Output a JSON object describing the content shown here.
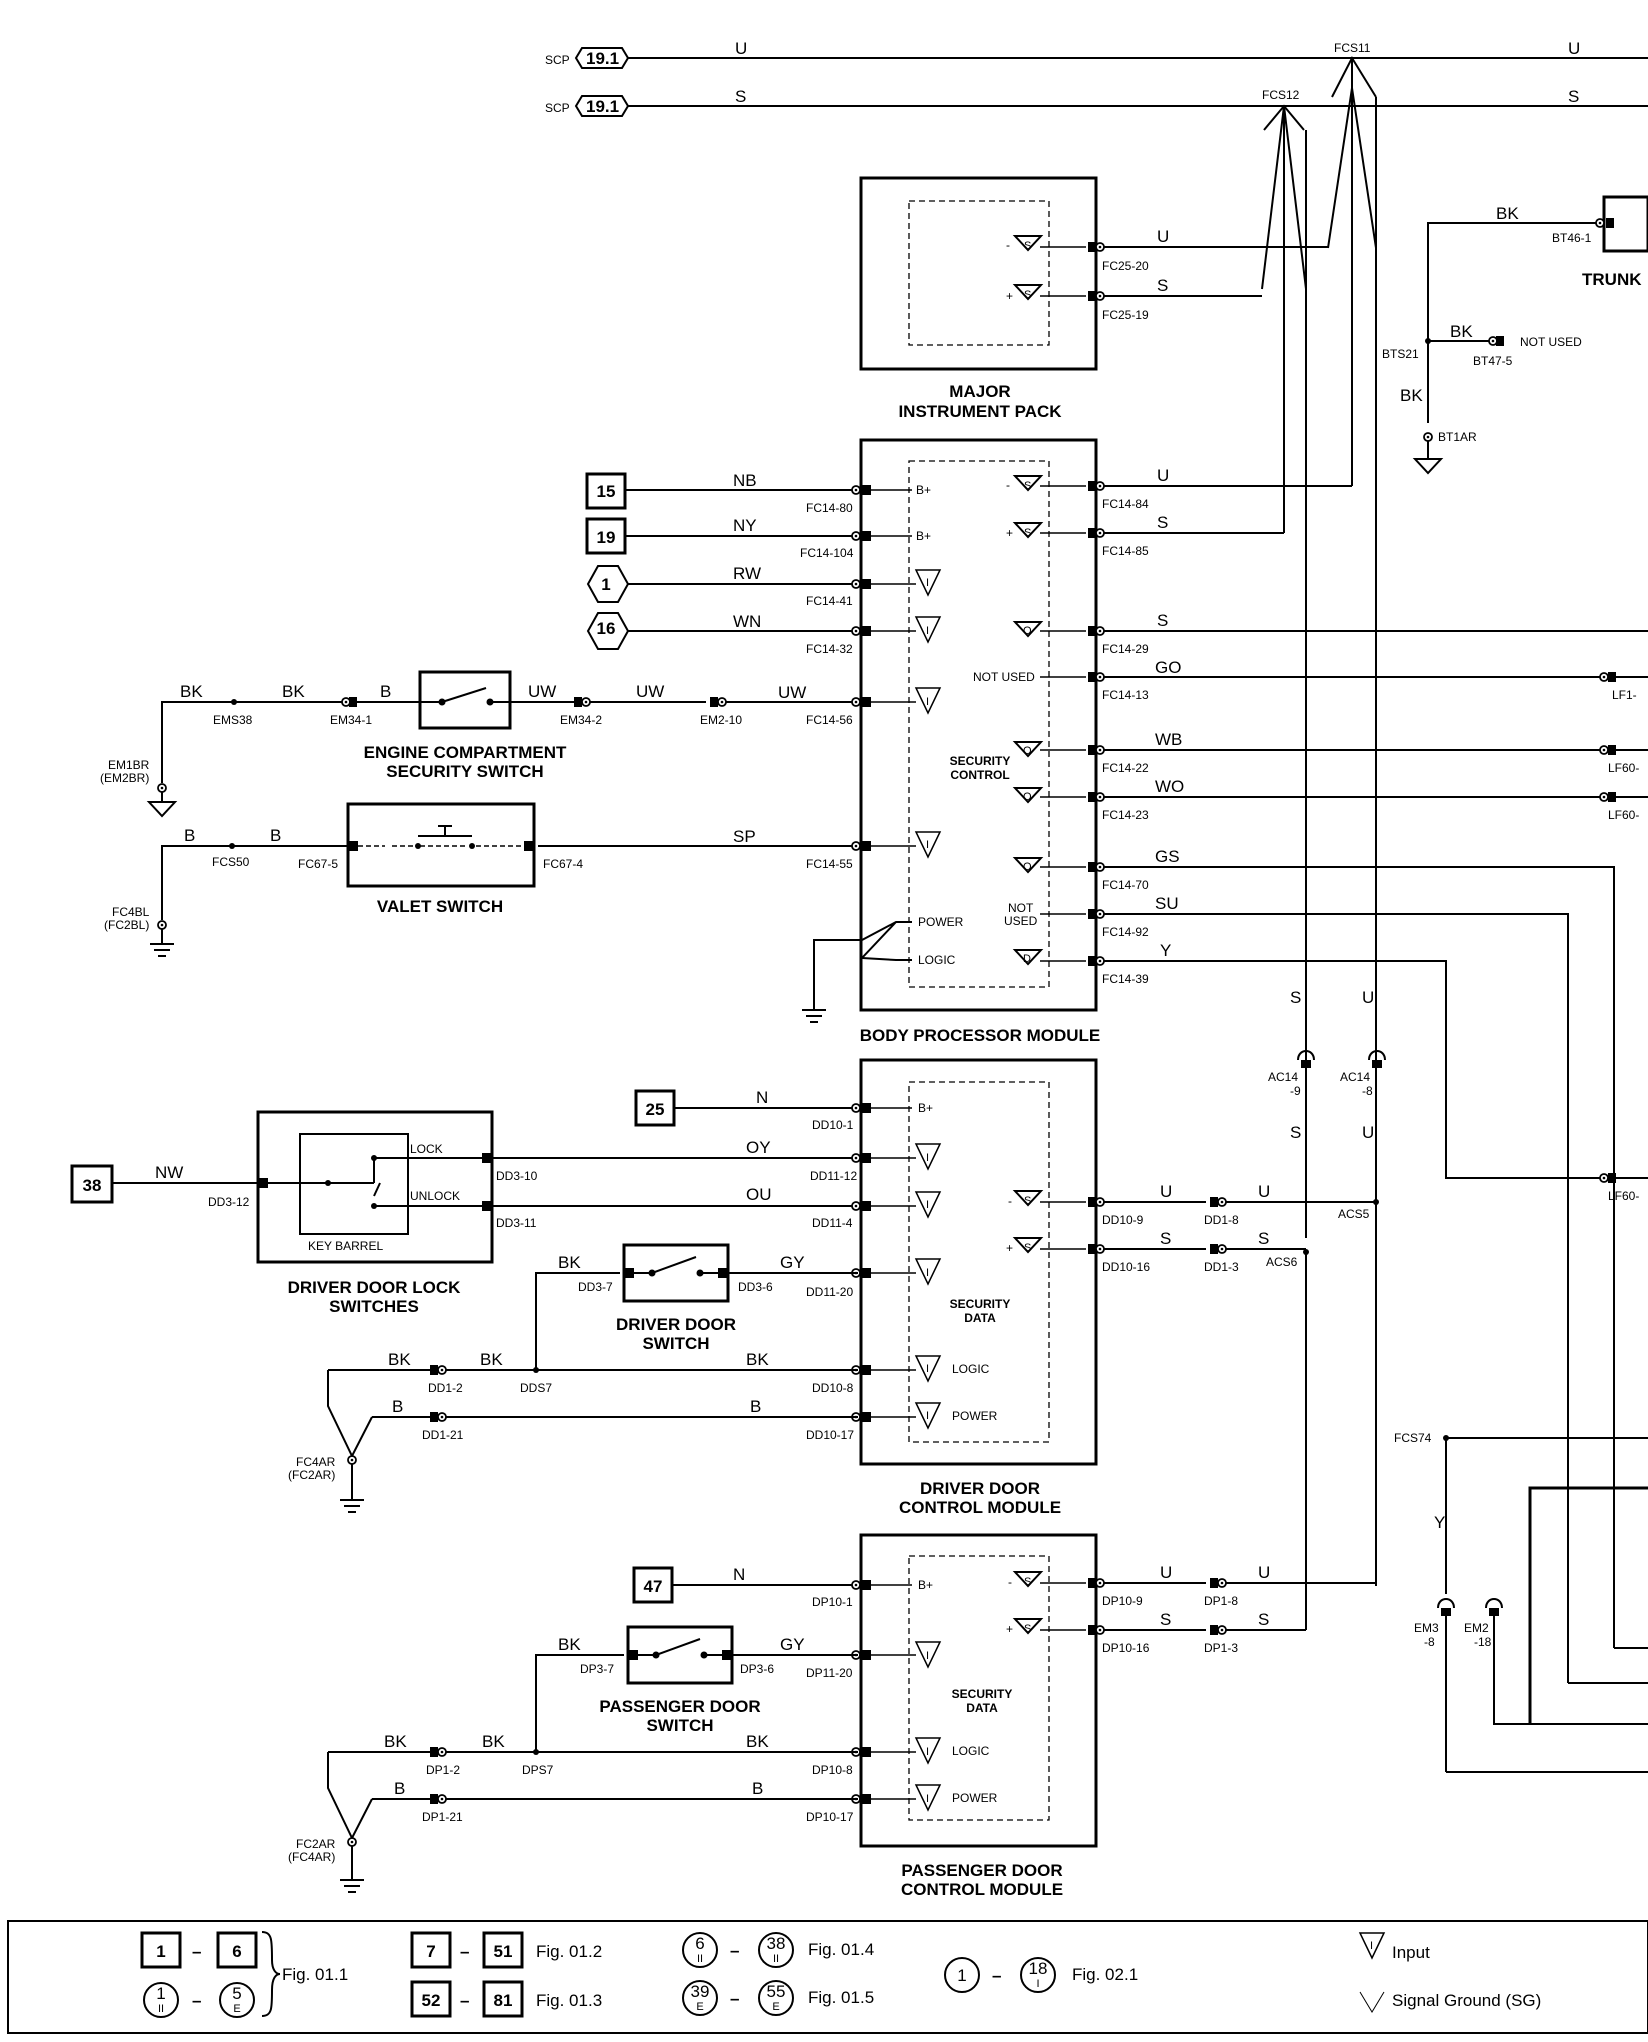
{
  "labels": {
    "scp_u_tag": "SCP",
    "scp_u_ref": "19.1",
    "scp_u_wire": "U",
    "scp_u_wire2": "U",
    "fcs11": "FCS11",
    "scp_s_tag": "SCP",
    "scp_s_ref": "19.1",
    "scp_s_wire": "S",
    "scp_s_wire2": "S",
    "fcs12": "FCS12",
    "ip_fc25_20": "FC25-20",
    "ip_fc25_19": "FC25-19",
    "ip_u": "U",
    "ip_s": "S",
    "ip_title1": "MAJOR",
    "ip_title2": "INSTRUMENT PACK",
    "bk_trunk": "BK",
    "bt46_1": "BT46-1",
    "trunk": "TRUNK",
    "bk_nu": "BK",
    "bt47_5": "BT47-5",
    "bts21": "BTS21",
    "not_used_bt": "NOT USED",
    "bk_gnd": "BK",
    "bt1ar": "BT1AR",
    "ref_15": "15",
    "ref_19": "19",
    "ref_1": "1",
    "ref_16": "16",
    "w_nb": "NB",
    "w_ny": "NY",
    "w_rw": "RW",
    "w_wn": "WN",
    "fc14_80": "FC14-80",
    "fc14_104": "FC14-104",
    "fc14_41": "FC14-41",
    "fc14_32": "FC14-32",
    "fc14_56": "FC14-56",
    "fc14_55": "FC14-55",
    "bplus1": "B+",
    "bplus2": "B+",
    "power_bpm": "POWER",
    "logic_bpm": "LOGIC",
    "security_control1": "SECURITY",
    "security_control2": "CONTROL",
    "not_used_bpm": "NOT USED",
    "not_used2a": "NOT",
    "not_used2b": "USED",
    "fc14_84": "FC14-84",
    "fc14_85": "FC14-85",
    "fc14_29": "FC14-29",
    "fc14_13": "FC14-13",
    "fc14_22": "FC14-22",
    "fc14_23": "FC14-23",
    "fc14_70": "FC14-70",
    "fc14_92": "FC14-92",
    "fc14_39": "FC14-39",
    "w_u_bpm": "U",
    "w_s_bpm": "S",
    "w_s29": "S",
    "w_go": "GO",
    "w_wb": "WB",
    "w_wo": "WO",
    "w_gs": "GS",
    "w_su": "SU",
    "w_y": "Y",
    "lf1": "LF1-",
    "lf60a": "LF60-",
    "lf60b": "LF60-",
    "lf60c": "LF60-",
    "bpm_title": "BODY PROCESSOR MODULE",
    "w_bk1": "BK",
    "w_bk2": "BK",
    "w_b_ec": "B",
    "w_uw1": "UW",
    "w_uw2": "UW",
    "w_uw3": "UW",
    "ems38": "EMS38",
    "em34_1": "EM34-1",
    "em34_2": "EM34-2",
    "em2_10": "EM2-10",
    "em1br": "EM1BR",
    "em2br": "(EM2BR)",
    "ec_title1": "ENGINE COMPARTMENT",
    "ec_title2": "SECURITY SWITCH",
    "w_b1": "B",
    "w_b2": "B",
    "fcs50": "FCS50",
    "fc67_5": "FC67-5",
    "fc67_4": "FC67-4",
    "w_sp": "SP",
    "fc4bl": "FC4BL",
    "fc2bl": "(FC2BL)",
    "valet": "VALET SWITCH",
    "s_v": "S",
    "u_v": "U",
    "ac14_9a": "AC14",
    "ac14_9b": "-9",
    "ac14_8a": "AC14",
    "ac14_8b": "-8",
    "s_v2": "S",
    "u_v2": "U",
    "acs5": "ACS5",
    "acs6": "ACS6",
    "ref_25": "25",
    "w_n_dd": "N",
    "dd10_1": "DD10-1",
    "bplus_dd": "B+",
    "ref_38": "38",
    "w_nw": "NW",
    "dd3_12": "DD3-12",
    "lock": "LOCK",
    "unlock": "UNLOCK",
    "dd3_10": "DD3-10",
    "dd3_11": "DD3-11",
    "key_barrel": "KEY BARREL",
    "w_oy": "OY",
    "w_ou": "OU",
    "dd11_12": "DD11-12",
    "dd11_4": "DD11-4",
    "dl_title1": "DRIVER DOOR LOCK",
    "dl_title2": "SWITCHES",
    "w_bk_dd": "BK",
    "dd3_7": "DD3-7",
    "dd3_6": "DD3-6",
    "w_gy_dd": "GY",
    "dd11_20": "DD11-20",
    "dds_title1": "DRIVER DOOR",
    "dds_title2": "SWITCH",
    "w_bk_dd2": "BK",
    "w_bk_dd3": "BK",
    "w_bk_dd4": "BK",
    "dd1_2": "DD1-2",
    "dds7": "DDS7",
    "dd10_8": "DD10-8",
    "logic_dd": "LOGIC",
    "w_b_dd": "B",
    "w_b_dd2": "B",
    "dd1_21": "DD1-21",
    "dd10_17": "DD10-17",
    "power_dd": "POWER",
    "fc4ar": "FC4AR",
    "fc2ar_p": "(FC2AR)",
    "sec_data1": "SECURITY",
    "sec_data2": "DATA",
    "dd10_9": "DD10-9",
    "dd10_16": "DD10-16",
    "dd1_8": "DD1-8",
    "dd1_3": "DD1-3",
    "w_u_dd": "U",
    "w_u_dd2": "U",
    "w_s_dd": "S",
    "w_s_dd2": "S",
    "ddcm1": "DRIVER DOOR",
    "ddcm2": "CONTROL MODULE",
    "fcs74": "FCS74",
    "w_y2": "Y",
    "em3a": "EM3",
    "em3b": "-8",
    "em2a": "EM2",
    "em2b": "-18",
    "ref_47": "47",
    "w_n_dp": "N",
    "dp10_1": "DP10-1",
    "bplus_dp": "B+",
    "w_bk_dp": "BK",
    "dp3_7": "DP3-7",
    "dp3_6": "DP3-6",
    "w_gy_dp": "GY",
    "dp11_20": "DP11-20",
    "pds1": "PASSENGER DOOR",
    "pds2": "SWITCH",
    "w_bk_dp2": "BK",
    "w_bk_dp3": "BK",
    "w_bk_dp4": "BK",
    "dp1_2": "DP1-2",
    "dps7": "DPS7",
    "dp10_8": "DP10-8",
    "logic_dp": "LOGIC",
    "w_b_dp": "B",
    "w_b_dp2": "B",
    "dp1_21": "DP1-21",
    "dp10_17": "DP10-17",
    "power_dp": "POWER",
    "fc2ar": "FC2AR",
    "fc4ar_p": "(FC4AR)",
    "sec_data3": "SECURITY",
    "sec_data4": "DATA",
    "dp10_9": "DP10-9",
    "dp10_16": "DP10-16",
    "dp1_8": "DP1-8",
    "dp1_3": "DP1-3",
    "w_u_dp": "U",
    "w_u_dp2": "U",
    "w_s_dp": "S",
    "w_s_dp2": "S",
    "pdcm1": "PASSENGER DOOR",
    "pdcm2": "CONTROL MODULE"
  },
  "legend": {
    "r1a": "1",
    "r1b": "6",
    "f1": "Fig. 01.1",
    "c1a": "1",
    "c1a_sub": "II",
    "c1b": "5",
    "c1b_sub": "E",
    "r2a": "7",
    "r2b": "51",
    "f2": "Fig. 01.2",
    "r3a": "52",
    "r3b": "81",
    "f3": "Fig. 01.3",
    "c4a": "6",
    "c4a_sub": "II",
    "c4b": "38",
    "c4b_sub": "II",
    "f4": "Fig. 01.4",
    "c5a": "39",
    "c5a_sub": "E",
    "c5b": "55",
    "c5b_sub": "E",
    "f5": "Fig. 01.5",
    "c6a": "1",
    "c6b": "18",
    "c6b_sub": "I",
    "f6": "Fig. 02.1",
    "input": "Input",
    "sg": "Signal Ground (SG)",
    "dash": "–"
  }
}
